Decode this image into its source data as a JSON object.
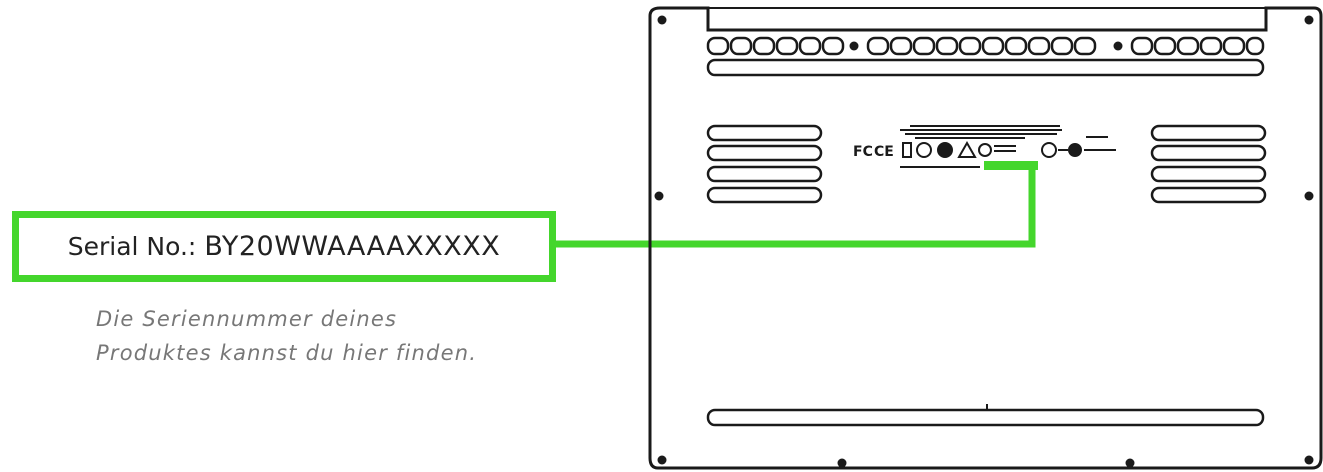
{
  "serial": {
    "label": "Serial No.:",
    "value": "BY20WWAAAAXXXXX"
  },
  "caption": {
    "line1": "Die Seriennummer deines",
    "line2": "Produktes kannst du hier finden."
  },
  "colors": {
    "highlight": "#44d62c",
    "outline": "#1a1a1a",
    "caption": "#777777"
  }
}
